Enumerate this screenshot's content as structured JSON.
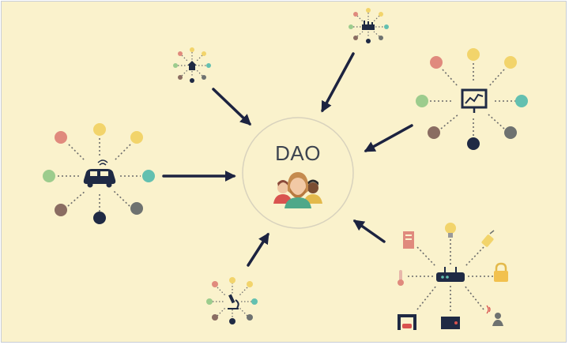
{
  "center": {
    "label": "DAO",
    "icon": "people-group-icon"
  },
  "colors": {
    "background": "#faf2cc",
    "arrow": "#1c2340",
    "dotted": "#6b6b6b",
    "circle_border": "#d8d2bd",
    "red": "#e08a7d",
    "yellow": "#f2d46b",
    "green": "#9ccc8d",
    "teal": "#63c0b0",
    "brown": "#8a6d62",
    "gray": "#6e7270",
    "navy": "#1f2a44"
  },
  "clusters": [
    {
      "name": "house-cluster",
      "icon": "house-icon"
    },
    {
      "name": "factory-cluster",
      "icon": "factory-icon"
    },
    {
      "name": "car-cluster",
      "icon": "connected-car-icon"
    },
    {
      "name": "chart-cluster",
      "icon": "presentation-chart-icon"
    },
    {
      "name": "microscope-cluster",
      "icon": "microscope-icon"
    },
    {
      "name": "iot-cluster",
      "icon": "router-icon"
    }
  ]
}
